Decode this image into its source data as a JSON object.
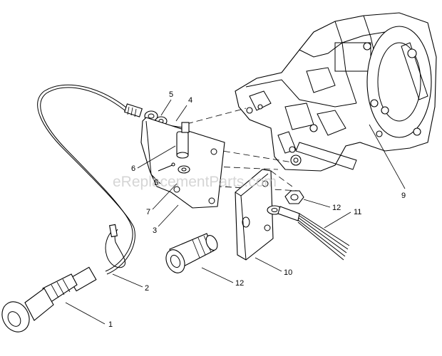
{
  "watermark": "eReplacementParts.com",
  "callouts": {
    "c1": "1",
    "c2": "2",
    "c3": "3",
    "c4": "4",
    "c5": "5",
    "c5b": "5",
    "c6": "6",
    "c7": "7",
    "c9": "9",
    "c10": "10",
    "c11": "11",
    "c12a": "12",
    "c12b": "12"
  }
}
